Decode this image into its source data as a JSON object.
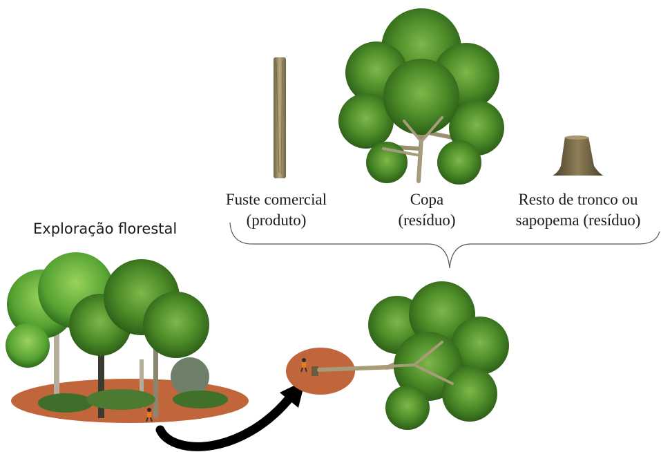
{
  "title": "Exploração florestal",
  "parts": [
    {
      "line1": "Fuste comercial",
      "line2": "(produto)"
    },
    {
      "line1": "Copa",
      "line2": "(resíduo)"
    },
    {
      "line1": "Resto de tronco ou",
      "line2": "sapopema (resíduo)"
    }
  ],
  "colors": {
    "ground": "#c1653a",
    "foliage_dark": "#2e6b1c",
    "foliage_mid": "#4f8f2a",
    "foliage_light": "#8fc25a",
    "bark": "#8a7a52",
    "arrow": "#000000"
  },
  "icons": [
    "forest-illustration",
    "felled-tree-illustration",
    "log-illustration",
    "crown-illustration",
    "stump-illustration",
    "worker-icon",
    "curved-arrow",
    "brace"
  ]
}
